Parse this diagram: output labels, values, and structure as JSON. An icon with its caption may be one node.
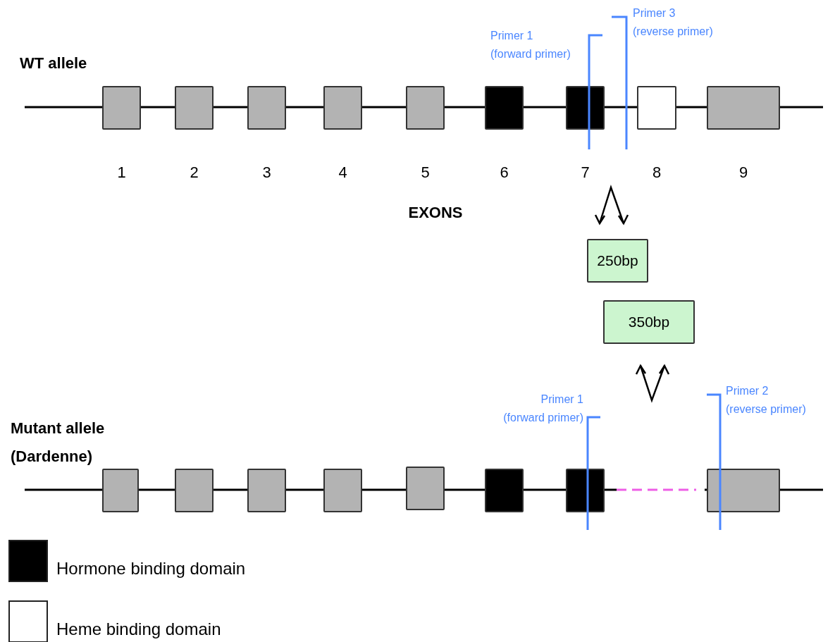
{
  "diagram": {
    "nodes": [
      {
        "text": [],
        "shape": "box",
        "beside": [
          "1"
        ]
      },
      {
        "text": [],
        "shape": "box",
        "beside": [
          "2"
        ]
      },
      {
        "text": [],
        "shape": "box",
        "beside": [
          "3"
        ]
      },
      {
        "text": [],
        "shape": "box",
        "beside": [
          "4"
        ]
      },
      {
        "text": [],
        "shape": "box",
        "beside": [
          "5"
        ]
      },
      {
        "text": [],
        "shape": "box",
        "beside": [
          "6"
        ]
      },
      {
        "text": [],
        "shape": "box",
        "beside": [
          "7"
        ]
      },
      {
        "text": [],
        "shape": "box",
        "beside": [
          "8"
        ]
      },
      {
        "text": [],
        "shape": "box",
        "beside": [
          "9"
        ]
      },
      {
        "text": [
          "250bp"
        ]
      },
      {
        "text": [
          "350bp"
        ]
      },
      {
        "text": [],
        "shape": "box"
      },
      {
        "text": [],
        "shape": "box"
      },
      {
        "text": [],
        "shape": "box"
      },
      {
        "text": [],
        "shape": "box"
      },
      {
        "text": [],
        "shape": "box"
      },
      {
        "text": [],
        "shape": "box"
      },
      {
        "text": [],
        "shape": "box"
      },
      {
        "text": [],
        "shape": "box"
      }
    ],
    "edges": [],
    "labels": [
      "Primer 3 (reverse primer)",
      "Primer 1 (forward primer)",
      "WT allele",
      "EXONS",
      "Primer 1 (forward primer)",
      "Primer 2 (reverse primer)",
      "Mutant allele (Dardenne)"
    ],
    "legend": [
      {
        "text": "Hormone binding domain",
        "color": "#000000"
      },
      {
        "text": "Heme binding domain",
        "color": "#ffffff"
      }
    ]
  }
}
